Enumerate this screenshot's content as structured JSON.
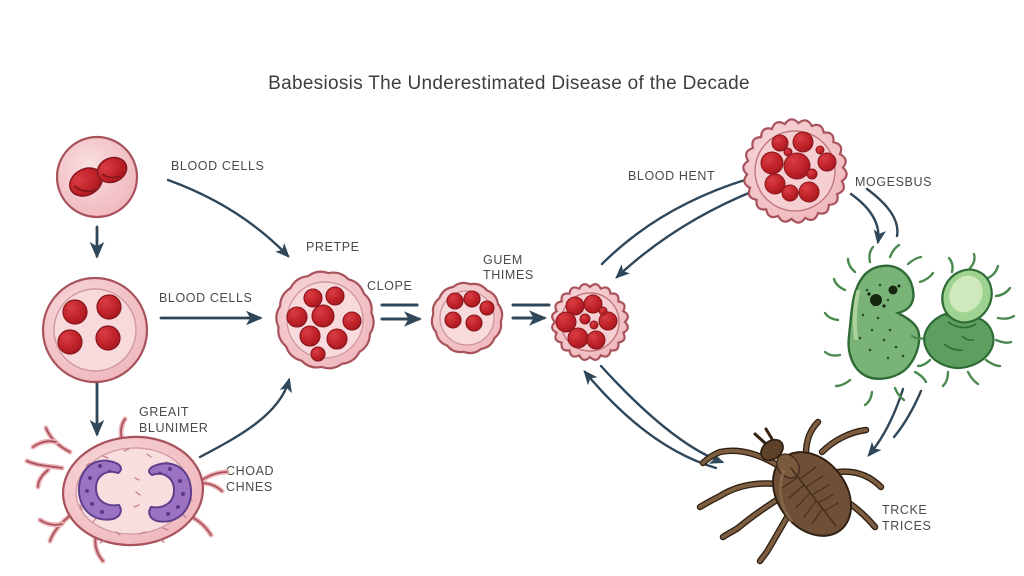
{
  "title": "Babesiosis The Underestimated Disease of the Decade",
  "labels": {
    "blood_cells_top": "BLOOD CELLS",
    "blood_cells_mid": "BLOOD CELLS",
    "pretpe": "PRETPE",
    "clope": "CLOPE",
    "guem_line1": "GUEM",
    "guem_line2": "THIMES",
    "blood_hent": "BLOOD HENT",
    "mogesbus": "MOGESBUS",
    "greait_line1": "GREAIT",
    "greait_line2": "BLUNIMER",
    "choad_line1": "CHOAD",
    "choad_line2": "CHNES",
    "trcke_line1": "TRCKE",
    "trcke_line2": "TRICES"
  },
  "colors": {
    "background": "#ffffff",
    "arrow": "#30475a",
    "label_text": "#4a4a4a",
    "title_text": "#3e3e3e",
    "cell_outline": "#a8535b",
    "cell_fill_light": "#f3c6ca",
    "parasite_red": "#c2232b",
    "nucleus_purple": "#9c73c2",
    "organism_green": "#79b377",
    "tick_brown": "#6f5036"
  }
}
